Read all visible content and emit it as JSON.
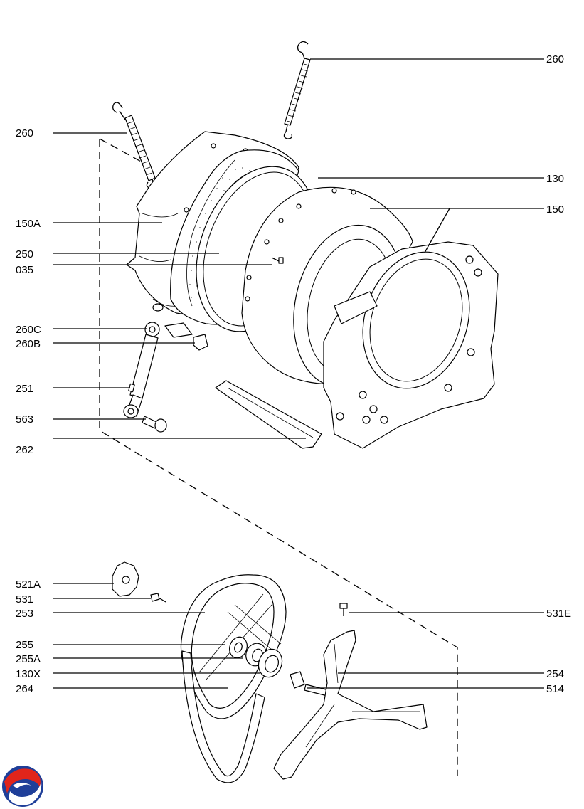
{
  "colors": {
    "line": "#000000",
    "background": "#ffffff",
    "logo_red": "#e1251b",
    "logo_blue": "#1f3f99"
  },
  "labels": {
    "l260_top": "260",
    "l260_left": "260",
    "l130": "130",
    "l150": "150",
    "l150a": "150A",
    "l250": "250",
    "l035": "035",
    "l260c": "260C",
    "l260b": "260B",
    "l251": "251",
    "l563": "563",
    "l262": "262",
    "l521a": "521A",
    "l531": "531",
    "l253": "253",
    "l531e": "531E",
    "l255": "255",
    "l255a": "255A",
    "l130x": "130X",
    "l264": "264",
    "l254": "254",
    "l514": "514"
  },
  "icons": {
    "logo": "brand-logo-icon"
  }
}
